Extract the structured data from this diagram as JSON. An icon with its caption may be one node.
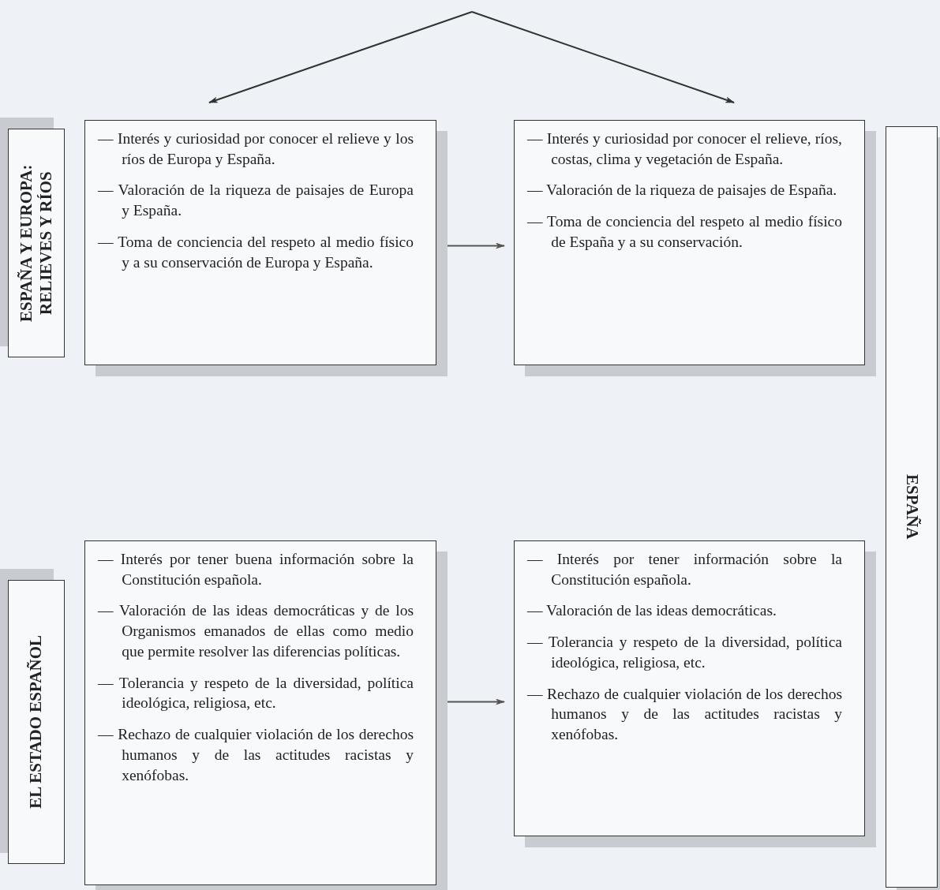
{
  "diagram": {
    "nodes": [
      {
        "text": [
          "ESPAÑA Y EUROPA: RELIEVES Y RÍOS"
        ]
      },
      {
        "text": [
          "— Interés y curiosidad por conocer el relieve y los ríos de Europa y España.",
          "— Valoración de la riqueza de paisajes de Europa y España.",
          "— Toma de conciencia del respeto al medio físico y a su conservación de Europa y España."
        ]
      },
      {
        "text": [
          "— Interés y curiosidad por conocer el relieve, ríos, costas, clima y vegetación de España.",
          "— Valoración de la riqueza de paisajes de España.",
          "— Toma de conciencia del respeto al medio físico de España y a su conservación."
        ]
      },
      {
        "text": [
          "EL ESTADO ESPAÑOL"
        ]
      },
      {
        "text": [
          "— Interés por tener buena información sobre la Constitución española.",
          "— Valoración de las ideas democráticas y de los Organismos emanados de ellas como medio que permite resolver las diferencias políticas.",
          "— Tolerancia y respeto de la diversidad, política ideológica, religiosa, etc.",
          "— Rechazo de cualquier violación de los derechos humanos y de las actitudes racistas y xenófobas."
        ]
      },
      {
        "text": [
          "— Interés por tener información sobre la Constitución española.",
          "— Valoración de las ideas democráticas.",
          "— Tolerancia y respeto de la diversidad, política ideológica, religiosa, etc.",
          "— Rechazo de cualquier violación de los derechos humanos y de las actitudes racistas y xenófobas."
        ]
      },
      {
        "text": [
          "ESPAÑA"
        ]
      }
    ],
    "edges": [
      {
        "from": null,
        "to": 1,
        "arrow": "to"
      },
      {
        "from": null,
        "to": 2,
        "arrow": "to"
      },
      {
        "from": 1,
        "to": 2,
        "arrow": "to",
        "color": "#555555"
      },
      {
        "from": 4,
        "to": 5,
        "arrow": "to",
        "color": "#555555"
      }
    ]
  }
}
